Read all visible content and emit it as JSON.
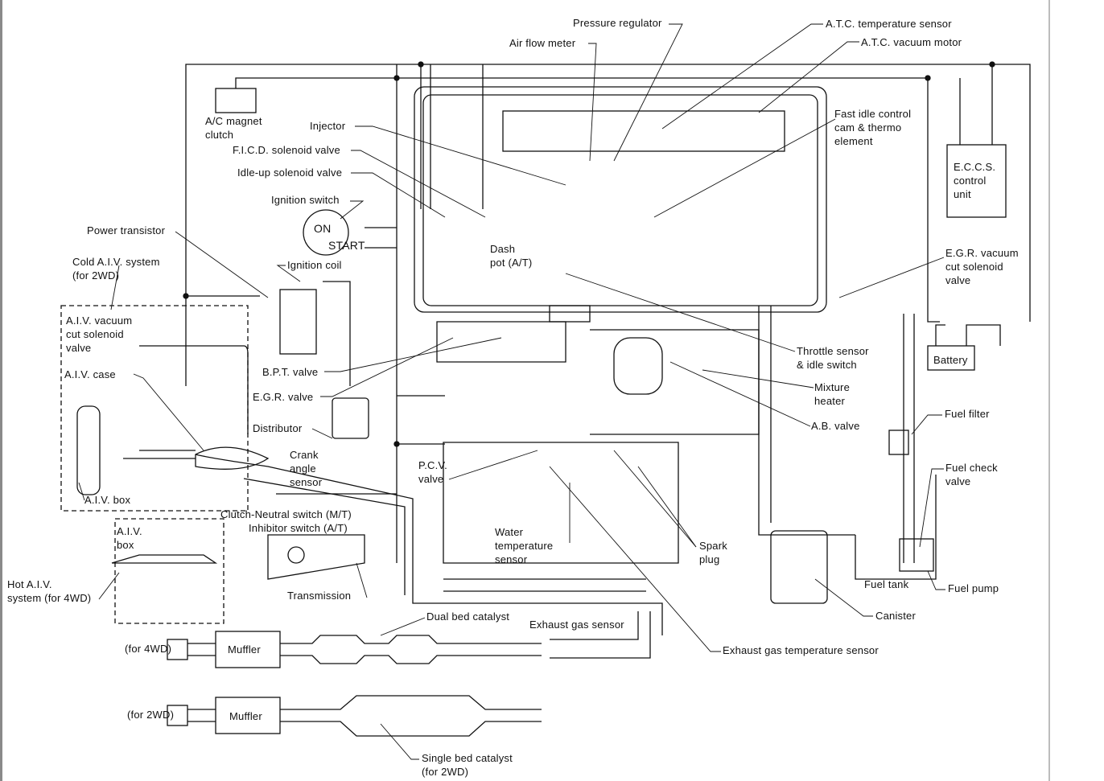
{
  "labels": {
    "pressure_regulator": "Pressure regulator",
    "atc_temp_sensor": "A.T.C. temperature sensor",
    "atc_vacuum_motor": "A.T.C. vacuum motor",
    "air_flow_meter": "Air flow meter",
    "ac_magnet_clutch": "A/C magnet\nclutch",
    "injector": "Injector",
    "ficd_solenoid": "F.I.C.D. solenoid valve",
    "idle_up_solenoid": "Idle-up solenoid valve",
    "ignition_switch": "Ignition switch",
    "on": "ON",
    "start": "START",
    "power_transistor": "Power transistor",
    "cold_aiv": "Cold A.I.V. system\n(for 2WD)",
    "ignition_coil": "Ignition coil",
    "aiv_vacuum_cut": "A.I.V. vacuum\ncut solenoid\nvalve",
    "aiv_case": "A.I.V. case",
    "bpt_valve": "B.P.T. valve",
    "egr_valve": "E.G.R. valve",
    "distributor": "Distributor",
    "crank_angle": "Crank\nangle\nsensor",
    "aiv_box_1": "A.I.V. box",
    "clutch_neutral": "Clutch-Neutral switch (M/T)",
    "inhibitor": "Inhibitor switch (A/T)",
    "aiv_box_2": "A.I.V.\nbox",
    "hot_aiv": "Hot A.I.V.\nsystem (for 4WD)",
    "transmission": "Transmission",
    "dual_bed": "Dual bed catalyst",
    "exhaust_gas_sensor": "Exhaust gas sensor",
    "for_4wd": "(for 4WD)",
    "muffler_1": "Muffler",
    "for_2wd": "(for 2WD)",
    "muffler_2": "Muffler",
    "single_bed": "Single bed catalyst\n(for 2WD)",
    "pcv_valve": "P.C.V.\nvalve",
    "dash_pot": "Dash\npot (A/T)",
    "water_temp": "Water\ntemperature\nsensor",
    "spark_plug": "Spark\nplug",
    "exhaust_temp": "Exhaust gas temperature sensor",
    "fuel_tank": "Fuel tank",
    "fuel_pump": "Fuel pump",
    "canister": "Canister",
    "fuel_check": "Fuel check\nvalve",
    "fuel_filter": "Fuel filter",
    "ab_valve": "A.B. valve",
    "mixture_heater": "Mixture\nheater",
    "throttle_sensor": "Throttle sensor\n& idle switch",
    "battery": "Battery",
    "egr_vacuum_cut": "E.G.R. vacuum\ncut solenoid\nvalve",
    "eccs": "E.C.C.S.\ncontrol\nunit",
    "fast_idle": "Fast idle control\ncam & thermo\nelement"
  }
}
